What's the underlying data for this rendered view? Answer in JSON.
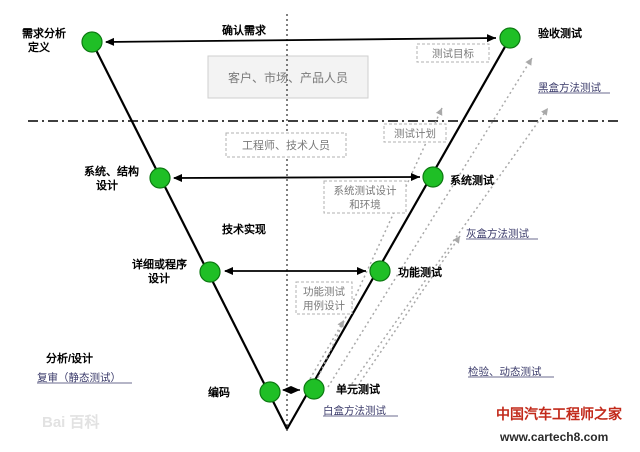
{
  "colors": {
    "node": "#1fbf26",
    "node_stroke": "#0d7a12",
    "line": "#000000",
    "gray_text": "#7a7a7a",
    "dotted_arrow": "#a9a9a9",
    "watermark": "#c22a1b",
    "link_text": "#3a3a6a"
  },
  "labels": {
    "req_analysis": [
      "需求分析",
      "定义"
    ],
    "acceptance_test": "验收测试",
    "confirm_req": "确认需求",
    "customer_box": "客户、市场、产品人员",
    "test_goal": "测试目标",
    "black_box": "黑盒方法测试",
    "test_plan": "测试计划",
    "engineer_box": "工程师、技术人员",
    "sys_design": [
      "系统、结构",
      "设计"
    ],
    "sys_test_design": [
      "系统测试设计",
      "和环境"
    ],
    "sys_test": "系统测试",
    "tech_impl": "技术实现",
    "gray_box": "灰盒方法测试",
    "detail_design": [
      "详细或程序",
      "设计"
    ],
    "func_test": "功能测试",
    "func_case": [
      "功能测试",
      "用例设计"
    ],
    "analysis_design": "分析/设计",
    "review": "复审（静态测试）",
    "inspect": "检验、动态测试",
    "coding": "编码",
    "unit_test": "单元测试",
    "white_box": "白盒方法测试",
    "watermark_cn": "中国汽车工程师之家",
    "watermark_url": "www.cartech8.com",
    "watermark_baidu": "Bai 百科"
  }
}
